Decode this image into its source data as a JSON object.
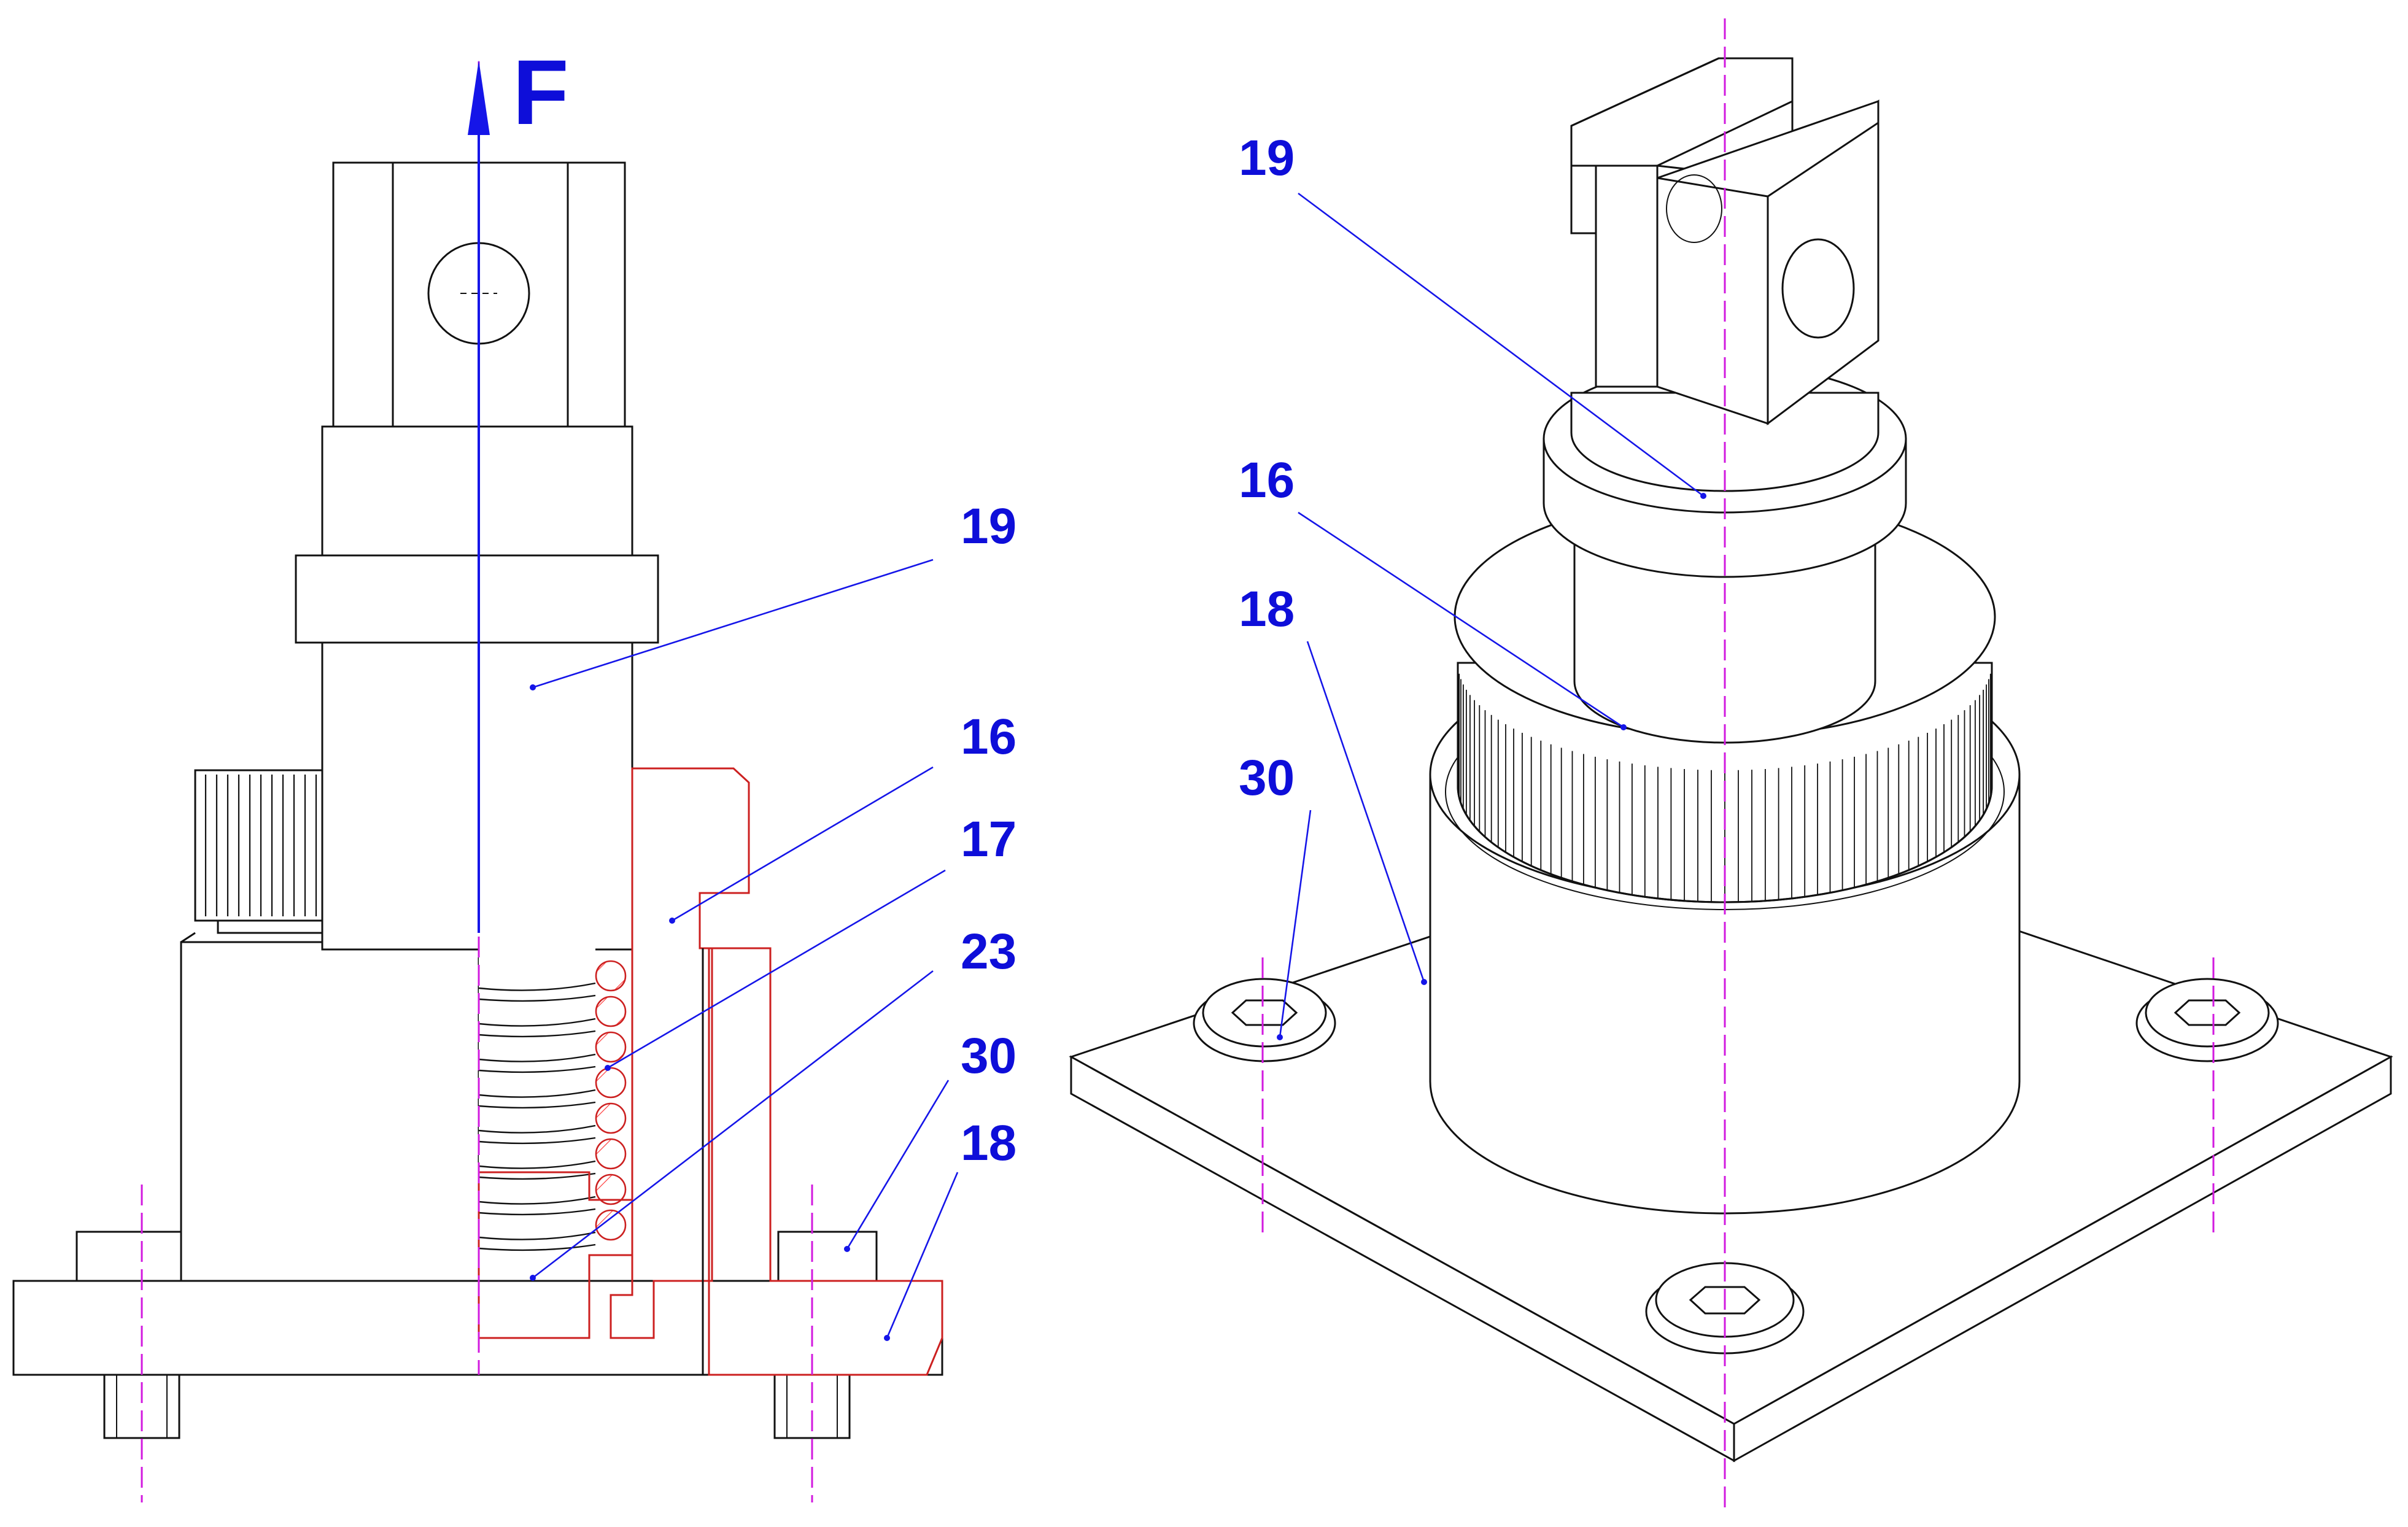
{
  "force_label": "F",
  "colors": {
    "annotation": "#0e0ed9",
    "centerline": "#d21adf",
    "section_hatch": "#ff3b3b",
    "outline": "#111111"
  },
  "section_view": {
    "callouts": [
      "19",
      "16",
      "17",
      "23",
      "30",
      "18"
    ]
  },
  "iso_view": {
    "callouts": [
      "19",
      "16",
      "18",
      "30"
    ]
  }
}
